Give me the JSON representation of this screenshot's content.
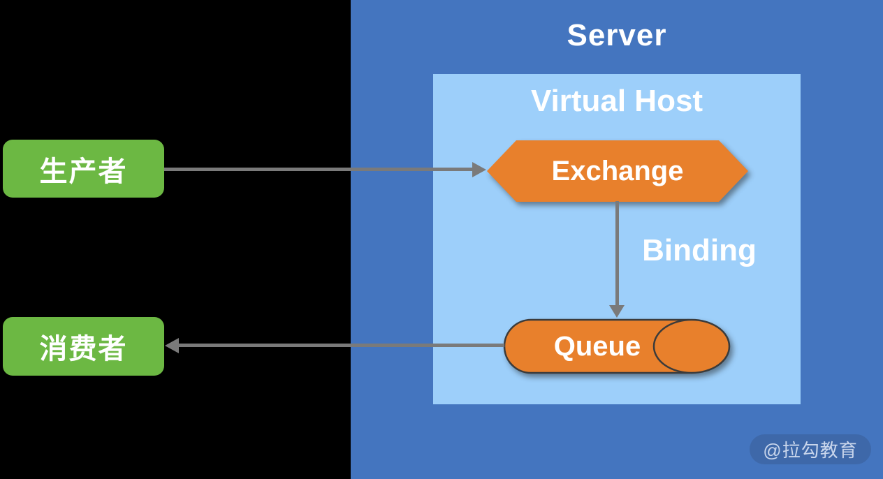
{
  "diagram": {
    "server": {
      "title": "Server"
    },
    "virtual_host": {
      "title": "Virtual Host"
    },
    "nodes": {
      "producer": {
        "label": "生产者"
      },
      "consumer": {
        "label": "消费者"
      },
      "exchange": {
        "label": "Exchange"
      },
      "queue": {
        "label": "Queue"
      }
    },
    "edges": {
      "producer_to_exchange": {
        "from": "生产者",
        "to": "Exchange",
        "direction": "right"
      },
      "exchange_to_queue": {
        "from": "Exchange",
        "to": "Queue",
        "label": "Binding",
        "direction": "down"
      },
      "queue_to_consumer": {
        "from": "Queue",
        "to": "消费者",
        "direction": "left"
      }
    },
    "binding": {
      "label": "Binding"
    },
    "watermark": {
      "label": "@拉勾教育"
    },
    "colors": {
      "background": "#000000",
      "server_panel": "#4475BF",
      "virtual_host_panel": "#9DCFFA",
      "node_green": "#6CB843",
      "node_orange": "#E8802C",
      "arrow_gray": "#7A7A7A",
      "outline_dark": "#3B3B3B",
      "text_white": "#FFFFFF",
      "watermark_bg": "#3E68A9",
      "watermark_text": "#C9D6EC"
    }
  }
}
